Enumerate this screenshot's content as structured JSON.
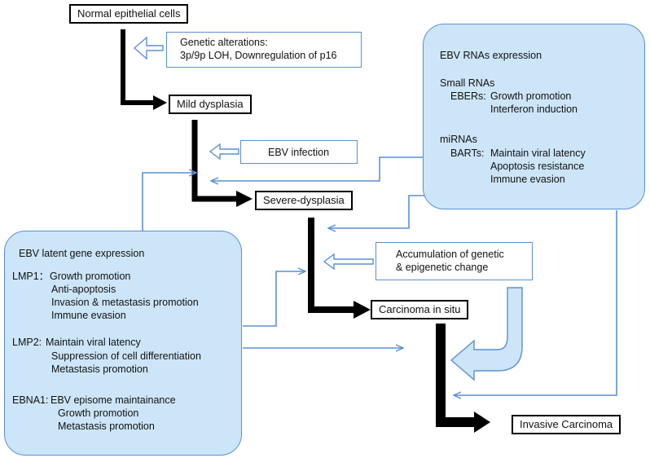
{
  "stages": {
    "normal": "Normal epithelial cells",
    "mild": "Mild dysplasia",
    "severe": "Severe-dysplasia",
    "cis": "Carcinoma in situ",
    "invasive": "Invasive Carcinoma"
  },
  "notes": {
    "genetic_title": "Genetic alterations:",
    "genetic_detail": "3p/9p LOH, Downregulation of p16",
    "ebv_infection": "EBV infection",
    "accumulation_1": "Accumulation of genetic",
    "accumulation_2": "& epigenetic change"
  },
  "rna_panel": {
    "title": "EBV RNAs expression",
    "small_rnas": "Small RNAs",
    "ebers_label": "EBERs:",
    "ebers_items": [
      "Growth promotion",
      "Interferon induction"
    ],
    "mirnas": "miRNAs",
    "barts_label": "BARTs:",
    "barts_items": [
      "Maintain viral latency",
      "Apoptosis resistance",
      "Immune evasion"
    ]
  },
  "latent_panel": {
    "title": "EBV latent gene expression",
    "lmp1_label": "LMP1：",
    "lmp1_items": [
      "Growth promotion",
      "Anti-apoptosis",
      "Invasion & metastasis promotion",
      "Immune evasion"
    ],
    "lmp2_label": "LMP2:",
    "lmp2_items": [
      "Maintain viral latency",
      "Suppression of cell differentiation",
      "Metastasis promotion"
    ],
    "ebna1_label": "EBNA1:",
    "ebna1_items": [
      "EBV episome maintainance",
      "Growth promotion",
      "Metastasis promotion"
    ]
  },
  "colors": {
    "blue_line": "#5b8fd6",
    "panel_fill": "#cde5f8",
    "stage_arrow": "#000000"
  }
}
